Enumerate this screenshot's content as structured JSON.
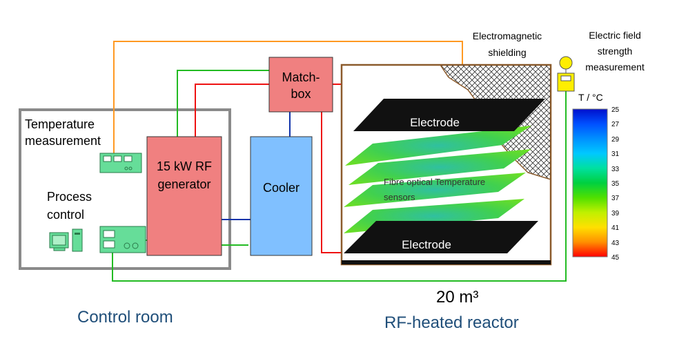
{
  "labels": {
    "temperature_measurement": "Temperature measurement",
    "process_control": "Process control",
    "generator": "15 kW RF generator",
    "matchbox": "Match- box",
    "cooler": "Cooler",
    "electrode_top": "Electrode",
    "electrode_bottom": "Electrode",
    "fibre_sensors": "Fibre optical Temperature sensors",
    "em_shielding": "Electromagnetic shielding",
    "efield_measurement": "Electric field strength measurement",
    "volume": "20 m³",
    "control_room": "Control room",
    "reactor": "RF-heated reactor"
  },
  "legend": {
    "title": "T / °C",
    "ticks": [
      "25",
      "27",
      "29",
      "31",
      "33",
      "35",
      "37",
      "39",
      "41",
      "43",
      "45"
    ],
    "colors": [
      "#0010cc",
      "#0050ff",
      "#0090ff",
      "#00c8ff",
      "#00e0a0",
      "#00d040",
      "#50e000",
      "#c0f000",
      "#ffe000",
      "#ff9000",
      "#ff0000"
    ]
  },
  "colors": {
    "generator": "#f08080",
    "matchbox": "#f08080",
    "cooler": "#80c0ff",
    "wire_green": "#22bb22",
    "wire_red": "#ee1111",
    "wire_orange": "#ff9922",
    "wire_blue": "#1133aa",
    "reactor_border": "#8b5a2b"
  }
}
